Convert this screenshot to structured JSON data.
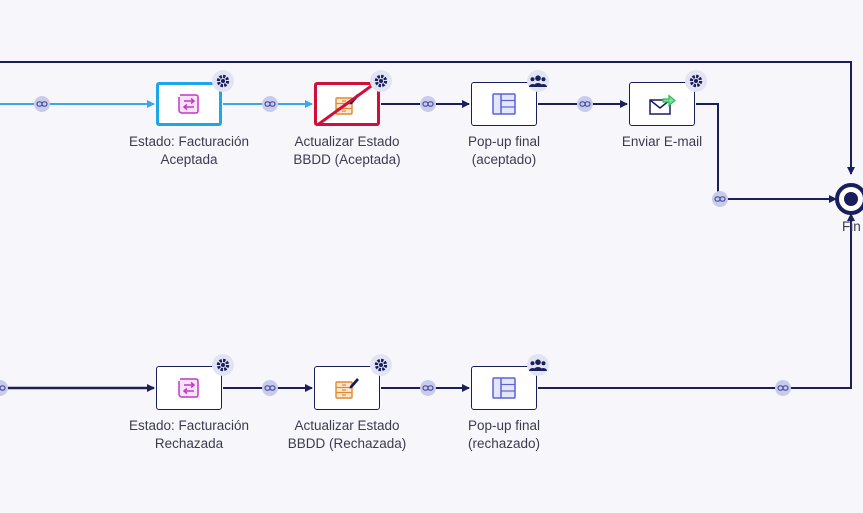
{
  "nodes": {
    "estado_aceptada": {
      "line1": "Estado: Facturación",
      "line2": "Aceptada",
      "icon": "transition-icon"
    },
    "actualizar_aceptada": {
      "line1": "Actualizar Estado",
      "line2": "BBDD (Aceptada)",
      "icon": "edit-database-icon"
    },
    "popup_aceptado": {
      "line1": "Pop-up final",
      "line2": "(aceptado)",
      "icon": "layout-icon"
    },
    "email": {
      "line1": "Enviar E-mail",
      "icon": "send-email-icon"
    },
    "estado_rechazada": {
      "line1": "Estado: Facturación",
      "line2": "Rechazada",
      "icon": "transition-icon"
    },
    "actualizar_rechazada": {
      "line1": "Actualizar Estado",
      "line2": "BBDD (Rechazada)",
      "icon": "edit-database-icon"
    },
    "popup_rechazado": {
      "line1": "Pop-up final",
      "line2": "(rechazado)",
      "icon": "layout-icon"
    }
  },
  "end": {
    "label": "Fin"
  },
  "colors": {
    "background": "#f7f7fb",
    "connector": "#1a1f5c",
    "active_connector": "#3aa7e8",
    "selected_blue": "#1ea7e8",
    "selected_red": "#d0103a",
    "link_badge": "#c9cbec",
    "transition_icon": "#c437c9",
    "db_icon": "#e08a2e",
    "layout_icon": "#5a63d6",
    "email_arrow": "#2fb95a"
  }
}
